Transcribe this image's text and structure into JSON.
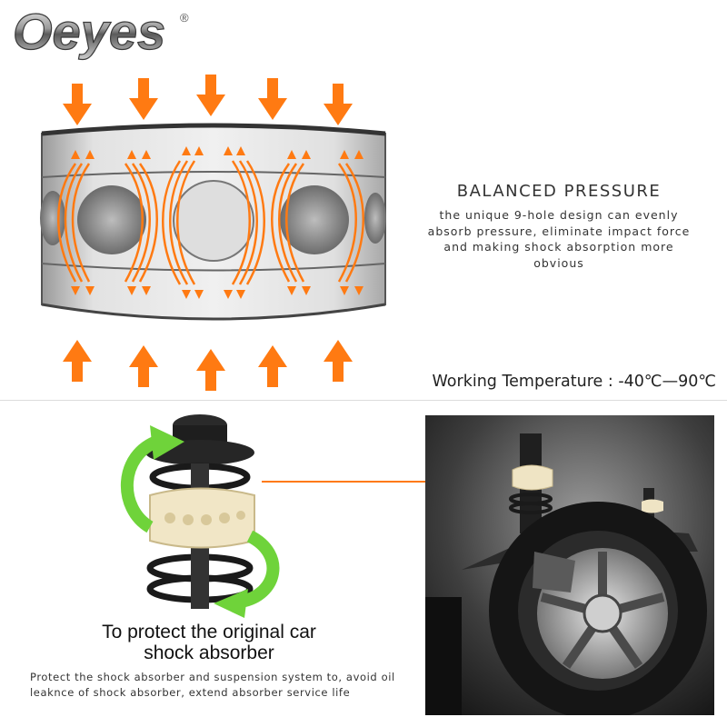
{
  "brand": {
    "logo_text": "Oeyes",
    "registered_mark": "®"
  },
  "feature": {
    "title": "BALANCED PRESSURE",
    "description": "the unique 9-hole design can evenly absorb pressure, eliminate impact force and making shock absorption more obvious"
  },
  "temperature": {
    "text": "Working Temperature : -40℃—90℃"
  },
  "protect": {
    "title_line1": "To protect the original car",
    "title_line2": "shock absorber",
    "description": "Protect the shock absorber and suspension system to, avoid oil leaknce of shock absorber, extend absorber service life"
  },
  "colors": {
    "accent_orange": "#ff7a12",
    "arrow_green": "#6fd33a",
    "band_gray": "#cfcfcf"
  }
}
